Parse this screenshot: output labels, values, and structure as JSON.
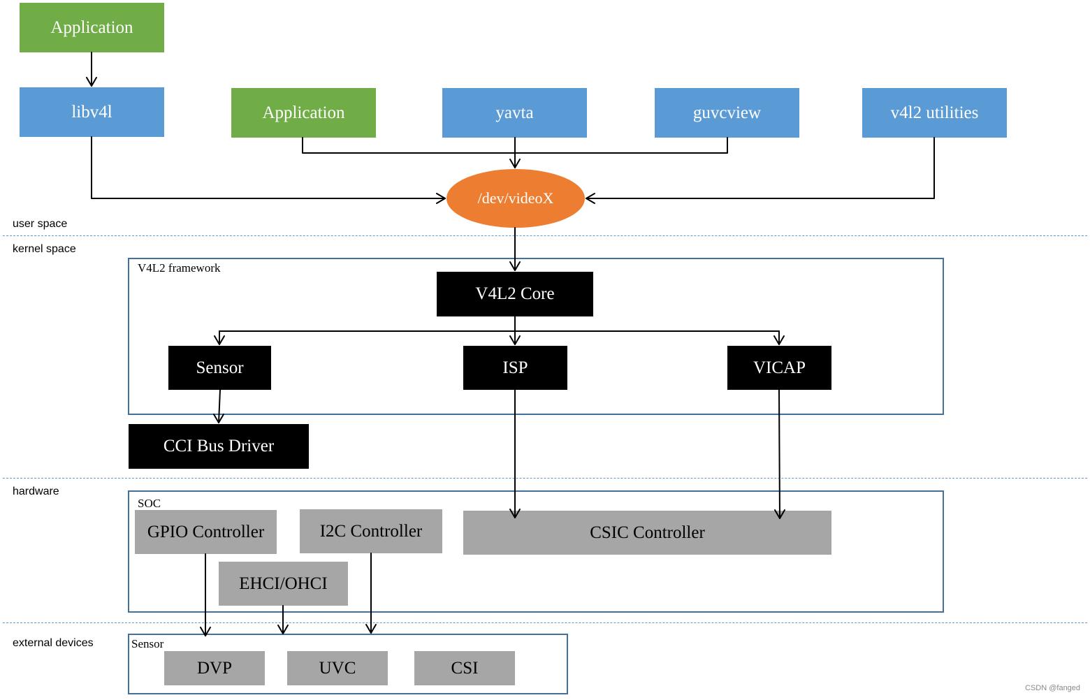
{
  "zones": {
    "user_space": "user space",
    "kernel_space": "kernel space",
    "hardware": "hardware",
    "external_devices": "external devices"
  },
  "user_space": {
    "application_top": "Application",
    "libv4l": "libv4l",
    "application": "Application",
    "yavta": "yavta",
    "guvcview": "guvcview",
    "v4l2_utilities": "v4l2 utilities",
    "dev_video": "/dev/videoX"
  },
  "kernel": {
    "framework_label": "V4L2 framework",
    "v4l2_core": "V4L2 Core",
    "sensor": "Sensor",
    "isp": "ISP",
    "vicap": "VICAP",
    "cci_bus_driver": "CCI Bus Driver"
  },
  "hardware": {
    "soc_label": "SOC",
    "gpio_controller": "GPIO Controller",
    "i2c_controller": "I2C Controller",
    "csic_controller": "CSIC Controller",
    "ehci_ohci": "EHCI/OHCI"
  },
  "external": {
    "sensor_label": "Sensor",
    "dvp": "DVP",
    "uvc": "UVC",
    "csi": "CSI"
  },
  "watermark": "CSDN @fanged",
  "colors": {
    "application": "#70ad47",
    "tool": "#5b9bd5",
    "device_node": "#ed7d31",
    "kernel_module": "#000000",
    "hardware_block": "#a6a6a6",
    "frame_border": "#41719c",
    "divider": "#5b9bd5"
  }
}
